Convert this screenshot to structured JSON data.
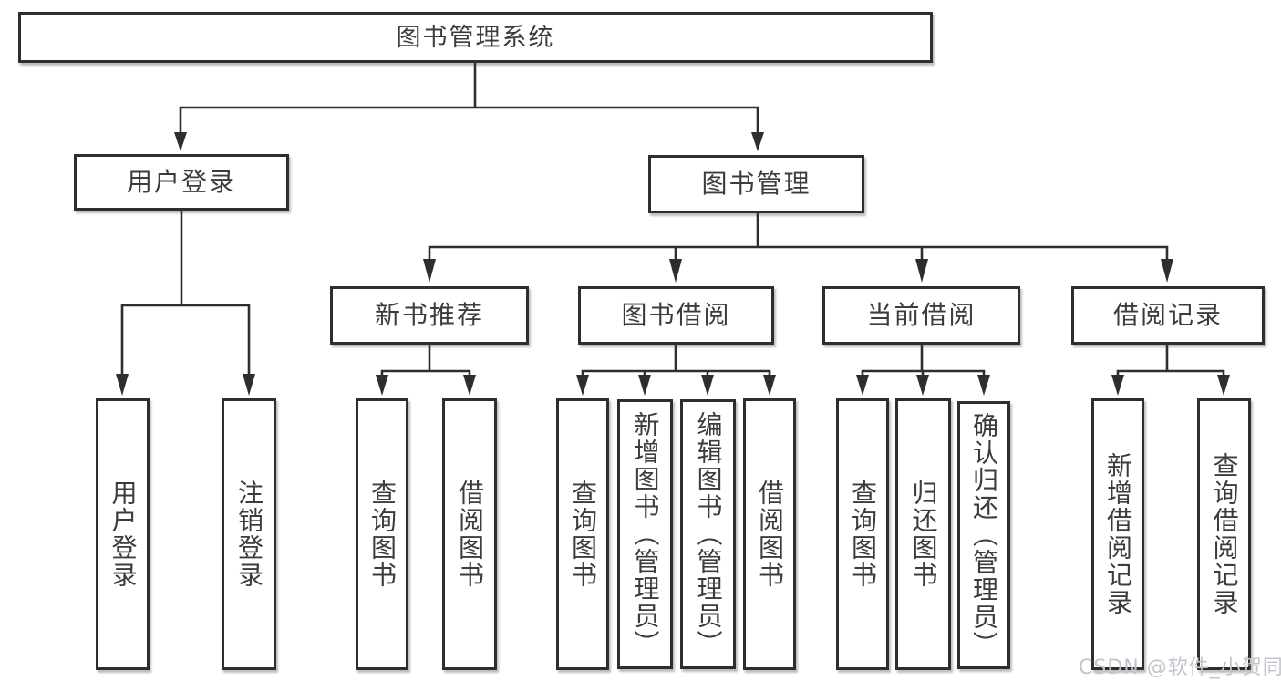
{
  "diagram": {
    "type": "hierarchy-tree",
    "root": {
      "label": "图书管理系统",
      "children": [
        {
          "label": "用户登录",
          "children": [
            {
              "label": "用户登录"
            },
            {
              "label": "注销登录"
            }
          ]
        },
        {
          "label": "图书管理",
          "children": [
            {
              "label": "新书推荐",
              "children": [
                {
                  "label": "查询图书"
                },
                {
                  "label": "借阅图书"
                }
              ]
            },
            {
              "label": "图书借阅",
              "children": [
                {
                  "label": "查询图书"
                },
                {
                  "label": "新增图书（管理员）"
                },
                {
                  "label": "编辑图书（管理员）"
                },
                {
                  "label": "借阅图书"
                }
              ]
            },
            {
              "label": "当前借阅",
              "children": [
                {
                  "label": "查询图书"
                },
                {
                  "label": "归还图书"
                },
                {
                  "label": "确认归还（管理员）"
                }
              ]
            },
            {
              "label": "借阅记录",
              "children": [
                {
                  "label": "新增借阅记录"
                },
                {
                  "label": "查询借阅记录"
                }
              ]
            }
          ]
        }
      ]
    },
    "colors": {
      "line": "#2e2e2e",
      "text": "#3c3c3c",
      "box_background": "#ffffff",
      "watermark_text": "#c2c6cc"
    },
    "watermark": "CSDN @软件_小贺同学"
  }
}
